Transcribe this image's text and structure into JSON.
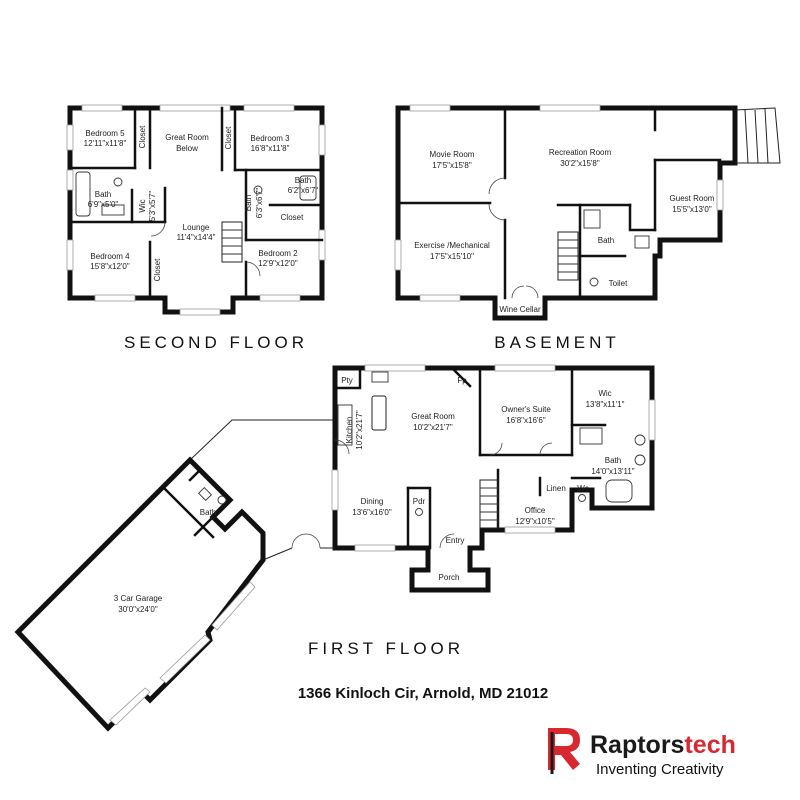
{
  "titles": {
    "second_floor": "SECOND FLOOR",
    "basement": "BASEMENT",
    "first_floor": "FIRST FLOOR"
  },
  "address": "1366 Kinloch Cir, Arnold, MD 21012",
  "brand": {
    "name_part1": "Raptors",
    "name_part2": "tech",
    "tagline": "Inventing Creativity",
    "accent_color": "#d7282f",
    "dark_color": "#1a1a1a"
  },
  "rooms": {
    "second": {
      "bedroom5": {
        "name": "Bedroom 5",
        "dim": "12'11\"x11'8\""
      },
      "closet_a": "Closet",
      "great_room_below": {
        "name": "Great Room",
        "sub": "Below"
      },
      "closet_b": "Closet",
      "bedroom3": {
        "name": "Bedroom 3",
        "dim": "16'8\"x11'8\""
      },
      "bath_left": {
        "name": "Bath",
        "dim": "6'9\"x5'0\""
      },
      "wic_small": {
        "name": "Wic",
        "dim": "5'3\"x5'7\""
      },
      "bath_right": {
        "name": "Bath",
        "dim": "6'2\"x6'7\""
      },
      "bath_vert": {
        "name": "Bath",
        "dim": "6'3\"x6'7\""
      },
      "closet_c": "Closet",
      "lounge": {
        "name": "Lounge",
        "dim": "11'4\"x14'4\""
      },
      "bedroom4": {
        "name": "Bedroom 4",
        "dim": "15'8\"x12'0\""
      },
      "closet_d": "Closet",
      "bedroom2": {
        "name": "Bedroom 2",
        "dim": "12'9\"x12'0\""
      }
    },
    "basement": {
      "movie": {
        "name": "Movie Room",
        "dim": "17'5\"x15'8\""
      },
      "recreation": {
        "name": "Recreation Room",
        "dim": "30'2\"x15'8\""
      },
      "guest": {
        "name": "Guest Room",
        "dim": "15'5\"x13'0\""
      },
      "exercise": {
        "name": "Exercise /Mechanical",
        "dim": "17'5\"x15'10\""
      },
      "bath": "Bath",
      "toilet": "Toilet",
      "wine": "Wine Cellar"
    },
    "first": {
      "pty": "Pty",
      "fp": "Fp",
      "kitchen": {
        "name": "Kitchen",
        "dim": "10'2\"x21'7\""
      },
      "great": {
        "name": "Great Room",
        "dim": "10'2\"x21'7\""
      },
      "owners": {
        "name": "Owner's Suite",
        "dim": "16'8\"x16'6\""
      },
      "wic": {
        "name": "Wic",
        "dim": "13'8\"x11'1\""
      },
      "bath_master": {
        "name": "Bath",
        "dim": "14'0\"x13'11\""
      },
      "linen": "Linen",
      "wc": "Wc",
      "dining": {
        "name": "Dining",
        "dim": "13'6\"x16'0\""
      },
      "pdr": "Pdr",
      "office": {
        "name": "Office",
        "dim": "12'9\"x10'5\""
      },
      "entry": "Entry",
      "porch": "Porch",
      "garage": {
        "name": "3  Car Garage",
        "dim": "30'0\"x24'0\""
      },
      "garage_bath": "Bath"
    }
  }
}
